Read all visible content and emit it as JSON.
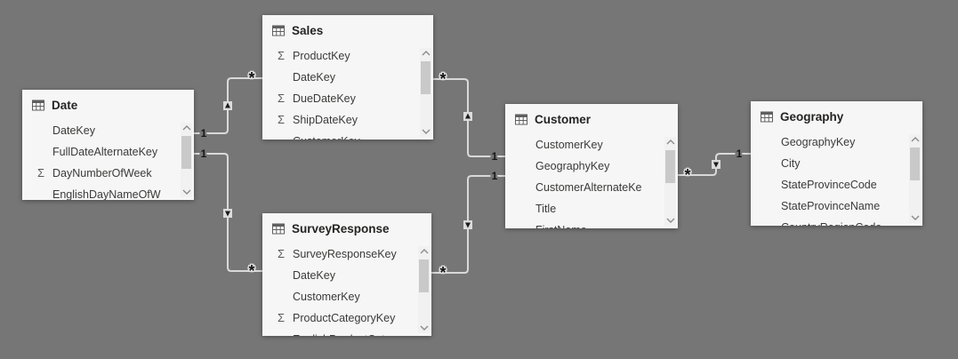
{
  "view": {
    "name": "Model relationship diagram",
    "canvas_background": "#767676",
    "card_background": "#f6f6f6",
    "connector_color": "#d9d9d9",
    "title_color": "#252423",
    "field_color": "#3b3a39"
  },
  "tables": [
    {
      "id": "date",
      "title": "Date",
      "fields": [
        {
          "name": "DateKey",
          "sigma": false,
          "partial": false
        },
        {
          "name": "FullDateAlternateKey",
          "sigma": false,
          "partial": false
        },
        {
          "name": "DayNumberOfWeek",
          "sigma": true,
          "partial": false
        },
        {
          "name": "EnglishDayNameOfW",
          "sigma": false,
          "partial": true
        }
      ]
    },
    {
      "id": "sales",
      "title": "Sales",
      "fields": [
        {
          "name": "ProductKey",
          "sigma": true,
          "partial": false
        },
        {
          "name": "DateKey",
          "sigma": false,
          "partial": false
        },
        {
          "name": "DueDateKey",
          "sigma": true,
          "partial": false
        },
        {
          "name": "ShipDateKey",
          "sigma": true,
          "partial": false
        },
        {
          "name": "CustomerKey",
          "sigma": false,
          "partial": true
        }
      ]
    },
    {
      "id": "surveyresponse",
      "title": "SurveyResponse",
      "fields": [
        {
          "name": "SurveyResponseKey",
          "sigma": true,
          "partial": false
        },
        {
          "name": "DateKey",
          "sigma": false,
          "partial": false
        },
        {
          "name": "CustomerKey",
          "sigma": false,
          "partial": false
        },
        {
          "name": "ProductCategoryKey",
          "sigma": true,
          "partial": false
        },
        {
          "name": "EnglishProductCateg",
          "sigma": false,
          "partial": true
        }
      ]
    },
    {
      "id": "customer",
      "title": "Customer",
      "fields": [
        {
          "name": "CustomerKey",
          "sigma": false,
          "partial": false
        },
        {
          "name": "GeographyKey",
          "sigma": false,
          "partial": false
        },
        {
          "name": "CustomerAlternateKe",
          "sigma": false,
          "partial": false
        },
        {
          "name": "Title",
          "sigma": false,
          "partial": false
        },
        {
          "name": "FirstName",
          "sigma": false,
          "partial": true
        }
      ]
    },
    {
      "id": "geography",
      "title": "Geography",
      "fields": [
        {
          "name": "GeographyKey",
          "sigma": false,
          "partial": false
        },
        {
          "name": "City",
          "sigma": false,
          "partial": false
        },
        {
          "name": "StateProvinceCode",
          "sigma": false,
          "partial": false
        },
        {
          "name": "StateProvinceName",
          "sigma": false,
          "partial": false
        },
        {
          "name": "CountryRegionCode",
          "sigma": false,
          "partial": true
        }
      ]
    }
  ],
  "relationships": [
    {
      "from": "Date",
      "to": "Sales",
      "from_label": "1",
      "to_label": "*",
      "arrow_direction": "up"
    },
    {
      "from": "Date",
      "to": "SurveyResponse",
      "from_label": "1",
      "to_label": "*",
      "arrow_direction": "down"
    },
    {
      "from": "Customer",
      "to": "Sales",
      "from_label": "1",
      "to_label": "*",
      "arrow_direction": "up"
    },
    {
      "from": "Customer",
      "to": "SurveyResponse",
      "from_label": "1",
      "to_label": "*",
      "arrow_direction": "down"
    },
    {
      "from": "Geography",
      "to": "Customer",
      "from_label": "1",
      "to_label": "*",
      "arrow_direction": "down"
    }
  ]
}
